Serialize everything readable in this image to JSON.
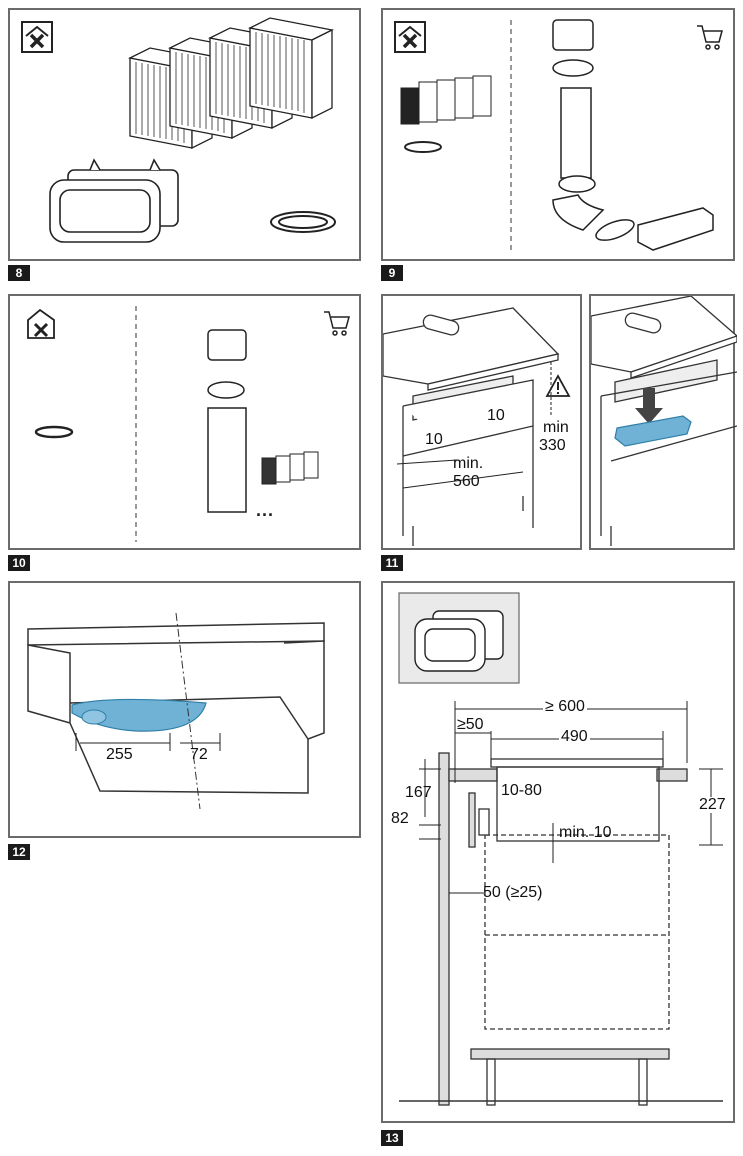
{
  "steps": {
    "s8": "8",
    "s9": "9",
    "s10": "10",
    "s11": "11",
    "s12": "12",
    "s13": "13"
  },
  "fig10": {
    "dots": "..."
  },
  "fig11": {
    "d10a": "10",
    "d10b": "10",
    "min_a": "min",
    "d330": "330",
    "min_b": "min.",
    "d560": "560"
  },
  "fig12": {
    "d255": "255",
    "d72": "72"
  },
  "fig13": {
    "d600": "≥ 600",
    "d50": "≥50",
    "d490": "490",
    "d167": "167",
    "d1080": "10-80",
    "d82": "82",
    "d227": "227",
    "dmin10": "min. 10",
    "d50_25": "50 (≥25)"
  },
  "colors": {
    "frame": "#6b6b6b",
    "accent": "#6fb2d6",
    "label_bg": "#1a1a1a"
  }
}
